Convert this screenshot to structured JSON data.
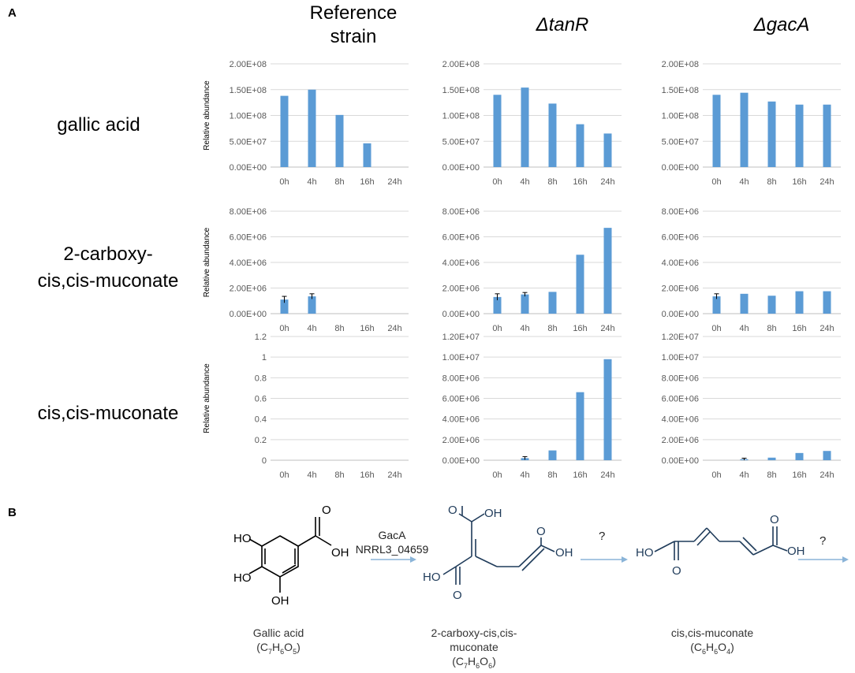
{
  "panel_a_label": "A",
  "panel_b_label": "B",
  "columns": [
    {
      "line1": "Reference",
      "line2": "strain",
      "italic": false
    },
    {
      "line1": "ΔtanR",
      "line2": "",
      "italic": true
    },
    {
      "line1": "ΔgacA",
      "line2": "",
      "italic": true
    }
  ],
  "rows": [
    {
      "line1": "gallic acid",
      "line2": ""
    },
    {
      "line1": "2-carboxy-",
      "line2": "cis,cis-muconate"
    },
    {
      "line1": "cis,cis-muconate",
      "line2": ""
    }
  ],
  "colors": {
    "bar": "#5b9bd5",
    "grid": "#d9d9d9",
    "tick_text": "#595959",
    "arrow": "#8ab4d8",
    "structure_blue": "#1f3b5a"
  },
  "chart_data": [
    {
      "type": "bar",
      "row": 0,
      "col": 0,
      "ylabel": "Relative abundance",
      "categories": [
        "0h",
        "4h",
        "8h",
        "16h",
        "24h"
      ],
      "ylim": [
        0,
        200000000
      ],
      "yticks": [
        "0.00E+00",
        "5.00E+07",
        "1.00E+08",
        "1.50E+08",
        "2.00E+08"
      ],
      "values": [
        138000000,
        150000000,
        101000000,
        46000000,
        0
      ],
      "errors": [
        0,
        0,
        0,
        0,
        0
      ]
    },
    {
      "type": "bar",
      "row": 0,
      "col": 1,
      "ylabel": "",
      "categories": [
        "0h",
        "4h",
        "8h",
        "16h",
        "24h"
      ],
      "ylim": [
        0,
        200000000
      ],
      "yticks": [
        "0.00E+00",
        "5.00E+07",
        "1.00E+08",
        "1.50E+08",
        "2.00E+08"
      ],
      "values": [
        140000000,
        154000000,
        123000000,
        83000000,
        65000000
      ],
      "errors": [
        0,
        0,
        0,
        0,
        0
      ]
    },
    {
      "type": "bar",
      "row": 0,
      "col": 2,
      "ylabel": "",
      "categories": [
        "0h",
        "4h",
        "8h",
        "16h",
        "24h"
      ],
      "ylim": [
        0,
        200000000
      ],
      "yticks": [
        "0.00E+00",
        "5.00E+07",
        "1.00E+08",
        "1.50E+08",
        "2.00E+08"
      ],
      "values": [
        140000000,
        144000000,
        127000000,
        121000000,
        121000000
      ],
      "errors": [
        0,
        0,
        0,
        0,
        0
      ]
    },
    {
      "type": "bar",
      "row": 1,
      "col": 0,
      "ylabel": "Relative abundance",
      "categories": [
        "0h",
        "4h",
        "8h",
        "16h",
        "24h"
      ],
      "ylim": [
        0,
        8000000
      ],
      "yticks": [
        "0.00E+00",
        "2.00E+06",
        "4.00E+06",
        "6.00E+06",
        "8.00E+06"
      ],
      "values": [
        1100000,
        1350000,
        0,
        0,
        0
      ],
      "errors": [
        250000,
        200000,
        0,
        0,
        0
      ]
    },
    {
      "type": "bar",
      "row": 1,
      "col": 1,
      "ylabel": "",
      "categories": [
        "0h",
        "4h",
        "8h",
        "16h",
        "24h"
      ],
      "ylim": [
        0,
        8000000
      ],
      "yticks": [
        "0.00E+00",
        "2.00E+06",
        "4.00E+06",
        "6.00E+06",
        "8.00E+06"
      ],
      "values": [
        1300000,
        1500000,
        1700000,
        4600000,
        6700000
      ],
      "errors": [
        250000,
        150000,
        0,
        0,
        0
      ]
    },
    {
      "type": "bar",
      "row": 1,
      "col": 2,
      "ylabel": "",
      "categories": [
        "0h",
        "4h",
        "8h",
        "16h",
        "24h"
      ],
      "ylim": [
        0,
        8000000
      ],
      "yticks": [
        "0.00E+00",
        "2.00E+06",
        "4.00E+06",
        "6.00E+06",
        "8.00E+06"
      ],
      "values": [
        1350000,
        1550000,
        1400000,
        1750000,
        1750000
      ],
      "errors": [
        200000,
        0,
        0,
        0,
        0
      ]
    },
    {
      "type": "bar",
      "row": 2,
      "col": 0,
      "ylabel": "Relative abundance",
      "categories": [
        "0h",
        "4h",
        "8h",
        "16h",
        "24h"
      ],
      "ylim": [
        0,
        1.2
      ],
      "yticks": [
        "0",
        "0.2",
        "0.4",
        "0.6",
        "0.8",
        "1",
        "1.2"
      ],
      "values": [
        0,
        0,
        0,
        0,
        0
      ],
      "errors": [
        0,
        0,
        0,
        0,
        0
      ]
    },
    {
      "type": "bar",
      "row": 2,
      "col": 1,
      "ylabel": "",
      "categories": [
        "0h",
        "4h",
        "8h",
        "16h",
        "24h"
      ],
      "ylim": [
        0,
        12000000
      ],
      "yticks": [
        "0.00E+00",
        "2.00E+06",
        "4.00E+06",
        "6.00E+06",
        "8.00E+06",
        "1.00E+07",
        "1.20E+07"
      ],
      "values": [
        0,
        200000,
        950000,
        6600000,
        9800000
      ],
      "errors": [
        0,
        150000,
        0,
        0,
        0
      ]
    },
    {
      "type": "bar",
      "row": 2,
      "col": 2,
      "ylabel": "",
      "categories": [
        "0h",
        "4h",
        "8h",
        "16h",
        "24h"
      ],
      "ylim": [
        0,
        12000000
      ],
      "yticks": [
        "0.00E+00",
        "2.00E+06",
        "4.00E+06",
        "6.00E+06",
        "8.00E+06",
        "1.00E+07",
        "1.20E+07"
      ],
      "values": [
        0,
        100000,
        250000,
        700000,
        900000
      ],
      "errors": [
        0,
        100000,
        0,
        0,
        0
      ]
    }
  ],
  "pathway": {
    "compound1": {
      "name": "Gallic acid",
      "formula": {
        "c": "7",
        "h": "6",
        "o": "5"
      },
      "atoms": {
        "ho1": "HO",
        "ho2": "HO",
        "oh": "OH",
        "oh2": "OH",
        "o": "O"
      }
    },
    "enzyme": {
      "line1": "GacA",
      "line2": "NRRL3_04659"
    },
    "compound2": {
      "name_line1": "2-carboxy-cis,cis-",
      "name_line2": "muconate",
      "formula": {
        "c": "7",
        "h": "6",
        "o": "6"
      },
      "atoms": {
        "oh_top": "OH",
        "o_top": "O",
        "ho": "HO",
        "o_bot": "O",
        "o_right": "O",
        "oh_right": "OH"
      }
    },
    "step2_label": "?",
    "compound3": {
      "name": "cis,cis-muconate",
      "formula": {
        "c": "6",
        "h": "6",
        "o": "4"
      },
      "atoms": {
        "ho": "HO",
        "o_left": "O",
        "o_top": "O",
        "oh": "OH"
      }
    },
    "step3_label": "?"
  }
}
